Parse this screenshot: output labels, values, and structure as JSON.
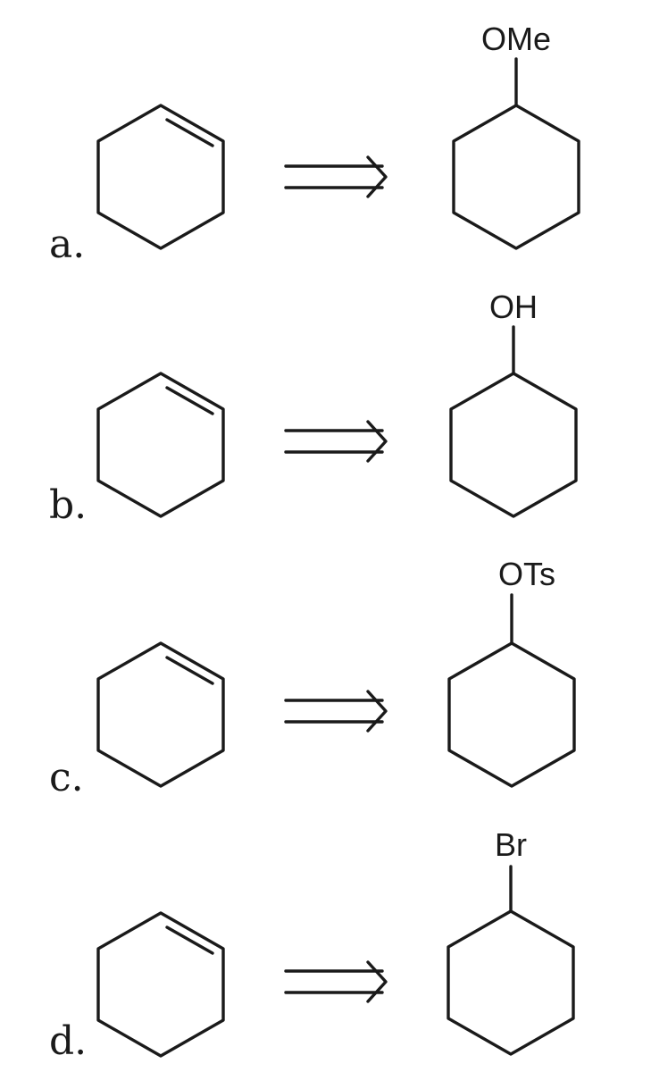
{
  "problems": [
    {
      "label": "a.",
      "substituent": "OMe"
    },
    {
      "label": "b.",
      "substituent": "OH"
    },
    {
      "label": "c.",
      "substituent": "OTs"
    },
    {
      "label": "d.",
      "substituent": "Br"
    }
  ]
}
